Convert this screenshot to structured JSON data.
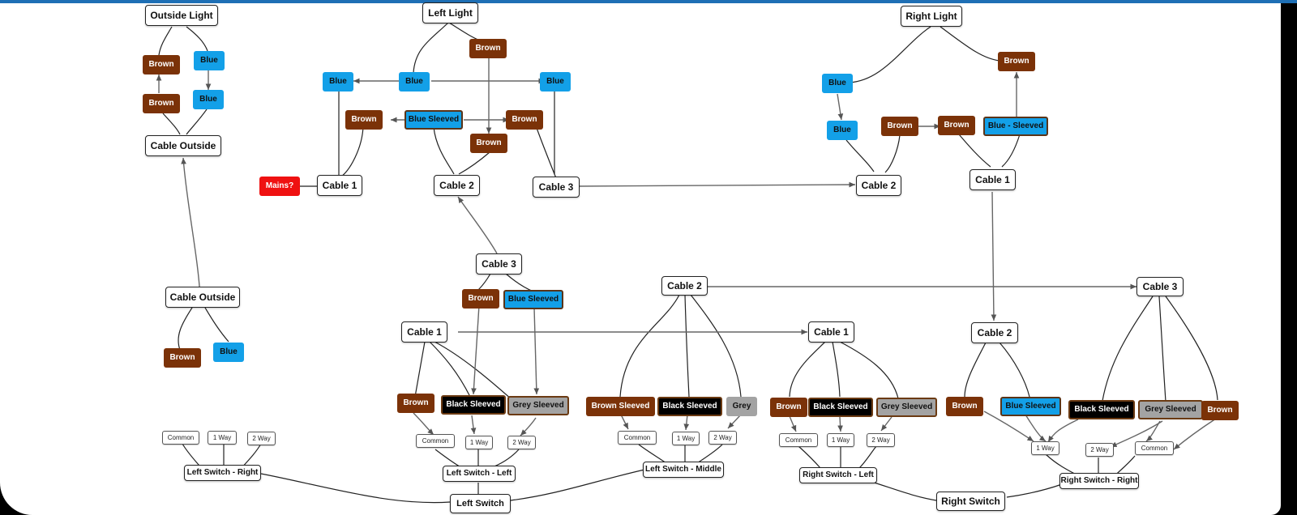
{
  "colors": {
    "brown": "#7b3208",
    "blue": "#13a0e8",
    "red": "#ef1111",
    "grey": "#a3a3a3",
    "black": "#000000",
    "accent_bar": "#1e6fb5"
  },
  "nodes": {
    "outside_light": "Outside Light",
    "ol_brown_1": "Brown",
    "ol_blue_1": "Blue",
    "ol_brown_2": "Brown",
    "ol_blue_2": "Blue",
    "cable_outside_top": "Cable Outside",
    "cable_outside_bottom": "Cable Outside",
    "co_brown": "Brown",
    "co_blue": "Blue",
    "left_light": "Left Light",
    "ll_brown_top": "Brown",
    "ll_blue_left": "Blue",
    "ll_blue_mid": "Blue",
    "ll_blue_right": "Blue",
    "ll_brown_left": "Brown",
    "ll_blue_sleeved": "Blue Sleeved",
    "ll_brown_right": "Brown",
    "ll_brown_low": "Brown",
    "mains": "Mains?",
    "ll_cable_1": "Cable 1",
    "ll_cable_2": "Cable 2",
    "ll_cable_3": "Cable 3",
    "right_light": "Right Light",
    "rl_blue_top": "Blue",
    "rl_brown_top": "Brown",
    "rl_blue_low": "Blue",
    "rl_brown_a": "Brown",
    "rl_brown_b": "Brown",
    "rl_blue_sleeved": "Blue - Sleeved",
    "rl_cable_2": "Cable 2",
    "rl_cable_1": "Cable 1",
    "sl_cable_3": "Cable 3",
    "sl_brown": "Brown",
    "sl_blue_sleeved": "Blue Sleeved",
    "sl_cable_1": "Cable 1",
    "sl_brown_b": "Brown",
    "sl_black_sleeved": "Black Sleeved",
    "sl_grey_sleeved": "Grey Sleeved",
    "lsr_common": "Common",
    "lsr_1way": "1 Way",
    "lsr_2way": "2 Way",
    "left_switch_right": "Left Switch - Right",
    "lsl_common": "Common",
    "lsl_1way": "1 Way",
    "lsl_2way": "2 Way",
    "left_switch_left": "Left Switch - Left",
    "left_switch": "Left Switch",
    "sm_cable_2": "Cable 2",
    "sm_brown_sleeved": "Brown Sleeved",
    "sm_black_sleeved": "Black Sleeved",
    "sm_grey": "Grey",
    "lsm_common": "Common",
    "lsm_1way": "1 Way",
    "lsm_2way": "2 Way",
    "left_switch_middle": "Left Switch - Middle",
    "rs_cable_1": "Cable 1",
    "rs_brown": "Brown",
    "rs_black_sleeved": "Black Sleeved",
    "rs_grey_sleeved": "Grey Sleeved",
    "rsl_common": "Common",
    "rsl_1way": "1 Way",
    "rsl_2way": "2 Way",
    "right_switch_left": "Right Switch - Left",
    "right_switch": "Right Switch",
    "rr_cable_2": "Cable 2",
    "rr_cable_3": "Cable 3",
    "rr_brown_a": "Brown",
    "rr_blue_sleeved": "Blue Sleeved",
    "rr_black_sleeved": "Black Sleeved",
    "rr_grey_sleeved": "Grey Sleeved",
    "rr_brown_b": "Brown",
    "rsr_1way": "1 Way",
    "rsr_2way": "2 Way",
    "rsr_common": "Common",
    "right_switch_right": "Right Switch - Right"
  }
}
